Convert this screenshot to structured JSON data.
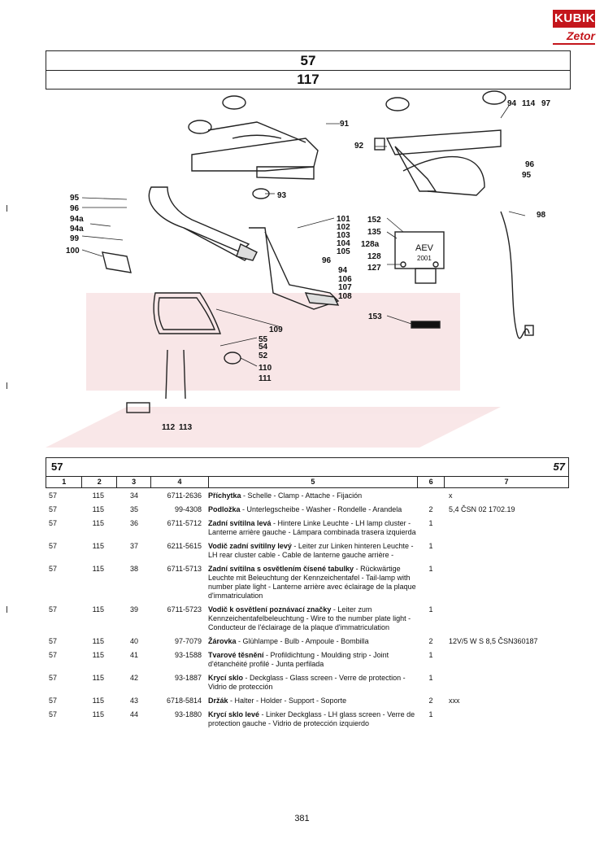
{
  "logo": {
    "brand": "KUBIK",
    "sub": "Zetor"
  },
  "header": {
    "group": "57",
    "subgroup": "117"
  },
  "diagram": {
    "callouts": [
      "91",
      "92",
      "93",
      "94",
      "114",
      "97",
      "96",
      "95",
      "98",
      "95",
      "96",
      "94a",
      "94a",
      "99",
      "100",
      "101",
      "102",
      "103",
      "104",
      "105",
      "96",
      "94",
      "106",
      "107",
      "108",
      "152",
      "135",
      "128a",
      "128",
      "127",
      "153",
      "109",
      "55",
      "54",
      "52",
      "110",
      "111",
      "112",
      "113"
    ],
    "box_label": "AEV",
    "box_code": "2001"
  },
  "table": {
    "group_left": "57",
    "group_right": "57",
    "columns": [
      "1",
      "2",
      "3",
      "4",
      "5",
      "6",
      "7"
    ],
    "rows": [
      {
        "c1": "57",
        "c2": "115",
        "c3": "34",
        "c4": "6711-2636",
        "cz": "Příchytka",
        "desc": " - Schelle - Clamp - Attache - Fijación",
        "qty": "",
        "note": "x"
      },
      {
        "c1": "57",
        "c2": "115",
        "c3": "35",
        "c4": "99-4308",
        "cz": "Podložka",
        "desc": " - Unterlegscheibe - Washer - Rondelle - Arandela",
        "qty": "2",
        "note": "5,4 ČSN 02 1702.19"
      },
      {
        "c1": "57",
        "c2": "115",
        "c3": "36",
        "c4": "6711-5712",
        "cz": "Zadní svítilna levá",
        "desc": " - Hintere Linke Leuchte - LH lamp cluster - Lanterne arrière gauche - Lámpara combinada trasera izquierda",
        "qty": "1",
        "note": ""
      },
      {
        "c1": "57",
        "c2": "115",
        "c3": "37",
        "c4": "6211-5615",
        "cz": "Vodič zadní svítilny levý",
        "desc": " - Leiter zur Linken hinteren Leuchte - LH rear cluster cable - Cable de lanterne gauche arrière -",
        "qty": "1",
        "note": ""
      },
      {
        "c1": "57",
        "c2": "115",
        "c3": "38",
        "c4": "6711-5713",
        "cz": "Zadní svítilna s osvětlením čísené tabulky",
        "desc": " - Rückwärtige Leuchte mit Beleuchtung der Kennzeichentafel - Tail-lamp with number plate light - Lanterne arrière avec éclairage de la plaque d'immatriculation",
        "qty": "1",
        "note": ""
      },
      {
        "c1": "57",
        "c2": "115",
        "c3": "39",
        "c4": "6711-5723",
        "cz": "Vodič k osvětlení poznávací značky",
        "desc": " - Leiter zum Kennzeichentafelbeleuchtung - Wire to the number plate light - Conducteur de l'éclairage de la plaque d'immatriculation",
        "qty": "1",
        "note": ""
      },
      {
        "c1": "57",
        "c2": "115",
        "c3": "40",
        "c4": "97-7079",
        "cz": "Žárovka",
        "desc": " - Glühlampe - Bulb - Ampoule - Bombilla",
        "qty": "2",
        "note": "12V/5 W S 8,5 ČSN360187"
      },
      {
        "c1": "57",
        "c2": "115",
        "c3": "41",
        "c4": "93-1588",
        "cz": "Tvarové těsnění",
        "desc": " - Profildichtung - Moulding strip - Joint d'étanchéité profilé - Junta perfilada",
        "qty": "1",
        "note": ""
      },
      {
        "c1": "57",
        "c2": "115",
        "c3": "42",
        "c4": "93-1887",
        "cz": "Krycí sklo",
        "desc": " - Deckglass - Glass screen - Verre de protection - Vidrio de protección",
        "qty": "1",
        "note": ""
      },
      {
        "c1": "57",
        "c2": "115",
        "c3": "43",
        "c4": "6718-5814",
        "cz": "Držák",
        "desc": " - Halter - Holder - Support - Soporte",
        "qty": "2",
        "note": "xxx"
      },
      {
        "c1": "57",
        "c2": "115",
        "c3": "44",
        "c4": "93-1880",
        "cz": "Krycí sklo levé",
        "desc": " - Linker Deckglass - LH glass screen - Verre de protection gauche - Vidrio de protección izquierdo",
        "qty": "1",
        "note": ""
      }
    ]
  },
  "page_number": "381"
}
